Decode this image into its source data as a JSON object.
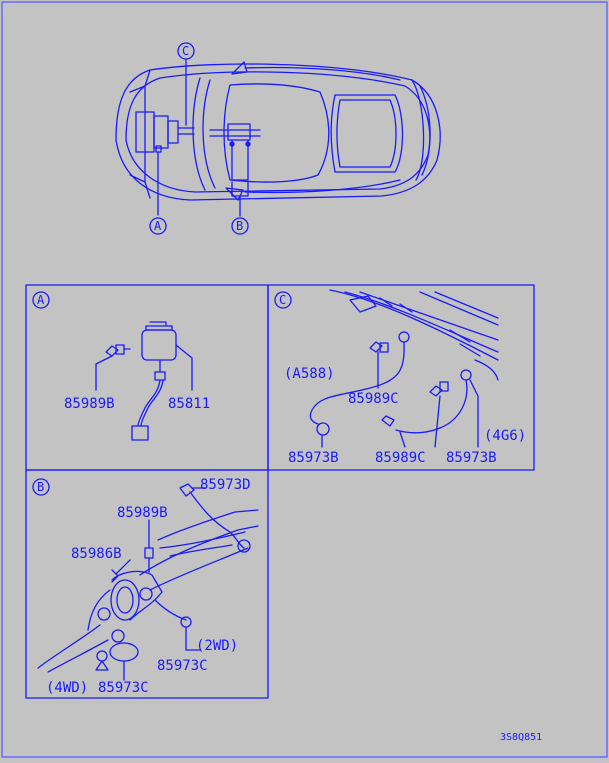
{
  "colors": {
    "background": "#c3c3c3",
    "ink": "#1a1aff"
  },
  "car": {
    "callouts": [
      "C",
      "A",
      "B"
    ]
  },
  "panels": {
    "A": {
      "letter": "A",
      "parts": [
        "85989B",
        "85811"
      ]
    },
    "C": {
      "letter": "C",
      "parts": [
        "85989C",
        "85973B",
        "85989C",
        "85973B"
      ],
      "variants": [
        "(A588)",
        "(4G6)"
      ]
    },
    "B": {
      "letter": "B",
      "parts": [
        "85973D",
        "85989B",
        "85986B",
        "85973C",
        "85973C"
      ],
      "variants": [
        "(2WD)",
        "(4WD)"
      ]
    }
  },
  "footer": {
    "code": "3S8Q851"
  }
}
